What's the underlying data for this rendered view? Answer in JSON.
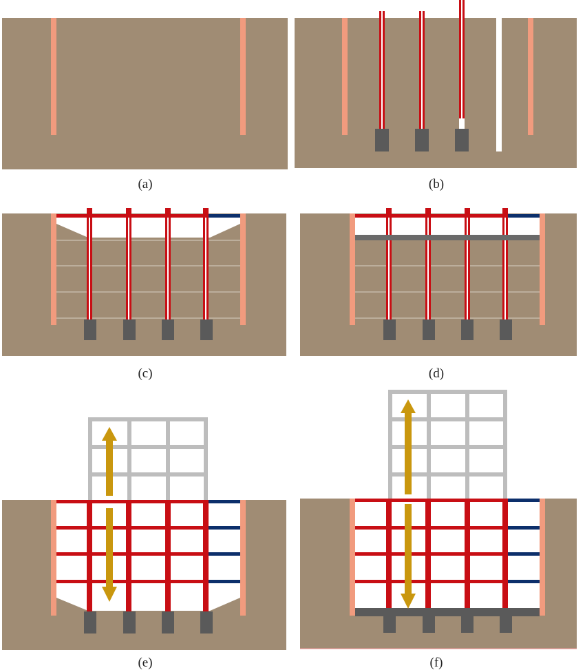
{
  "panels": [
    {
      "id": "a",
      "caption": "(a)"
    },
    {
      "id": "b",
      "caption": "(b)"
    },
    {
      "id": "c",
      "caption": "(c)"
    },
    {
      "id": "d",
      "caption": "(d)"
    },
    {
      "id": "e",
      "caption": "(e)"
    },
    {
      "id": "f",
      "caption": "(f)"
    }
  ],
  "colors": {
    "soil": "#a08c74",
    "diaphragm_wall": "#f19b7e",
    "column": "#c80e14",
    "column_core": "#ffffff",
    "pile_cap": "#5a5a5a",
    "slab_edge": "#0c2f6b",
    "upper_frame": "#bdbdbd",
    "arrow": "#c9970e",
    "grid_line": "#d8d0c4"
  },
  "icons": {
    "construction_direction": "double-headed-arrow"
  }
}
